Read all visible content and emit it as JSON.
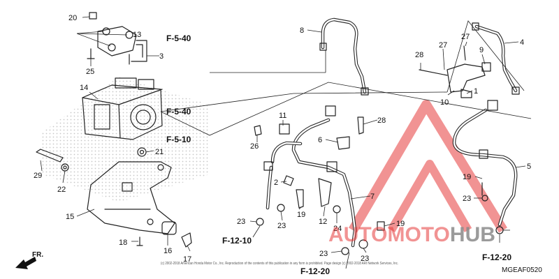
{
  "callouts": {
    "c20": "20",
    "c13": "13",
    "c3": "3",
    "c25": "25",
    "c14": "14",
    "c21": "21",
    "c29": "29",
    "c22": "22",
    "c15": "15",
    "c18": "18",
    "c16": "16",
    "c17": "17",
    "c8": "8",
    "c11": "11",
    "c26": "26",
    "c6": "6",
    "c28a": "28",
    "c2": "2",
    "c7": "7",
    "c12": "12",
    "c24": "24",
    "c19a": "19",
    "c23a": "23",
    "c23b": "23",
    "c23c": "23",
    "c23d": "23",
    "c23e": "23",
    "c27a": "27",
    "c27b": "27",
    "c9": "9",
    "c28b": "28",
    "c4": "4",
    "c1": "1",
    "c10": "10",
    "c5": "5",
    "c19b": "19",
    "c19c": "19"
  },
  "refs": {
    "r1": "F-5-40",
    "r2": "F-5-40",
    "r3": "F-5-10",
    "r4": "F-12-10",
    "r5": "F-12-20",
    "r6": "F-12-20"
  },
  "direction": "FR.",
  "diagram_code": "MGEAF0520",
  "copyright": "(c) 2002-2018 American Honda Motor Co., Inc. Reproduction of the contents of this publication in any form is prohibited. Page design (c) 2002-2018 ARI Network Services, Inc.",
  "watermark": {
    "part1": "AUTOMOTO",
    "part2": "HUB",
    "color_red": "#e63a3a",
    "color_gray": "#8a8a8a"
  }
}
